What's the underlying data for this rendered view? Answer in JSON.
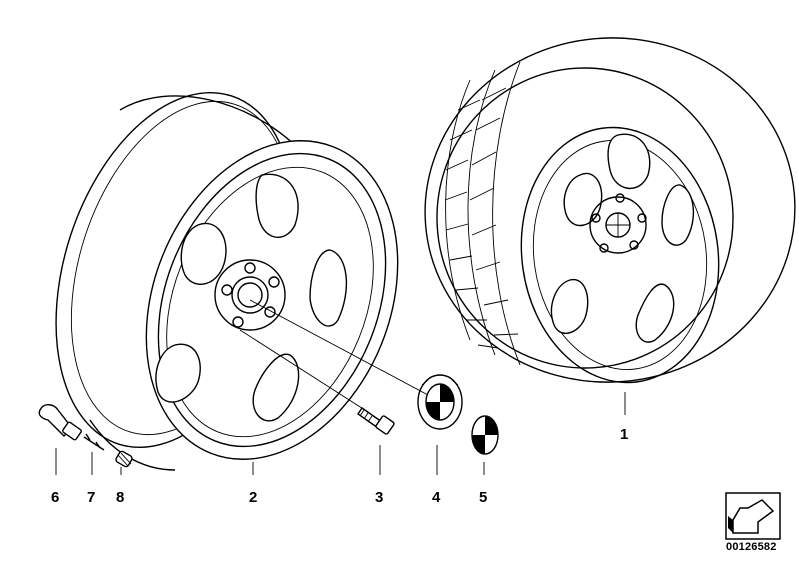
{
  "labels": {
    "tire_wheel": "1",
    "rim": "2",
    "bolt": "3",
    "center_cap": "4",
    "emblem": "5",
    "valve": "6",
    "valve_core": "7",
    "valve_cap": "8"
  },
  "document_number": "00126582"
}
